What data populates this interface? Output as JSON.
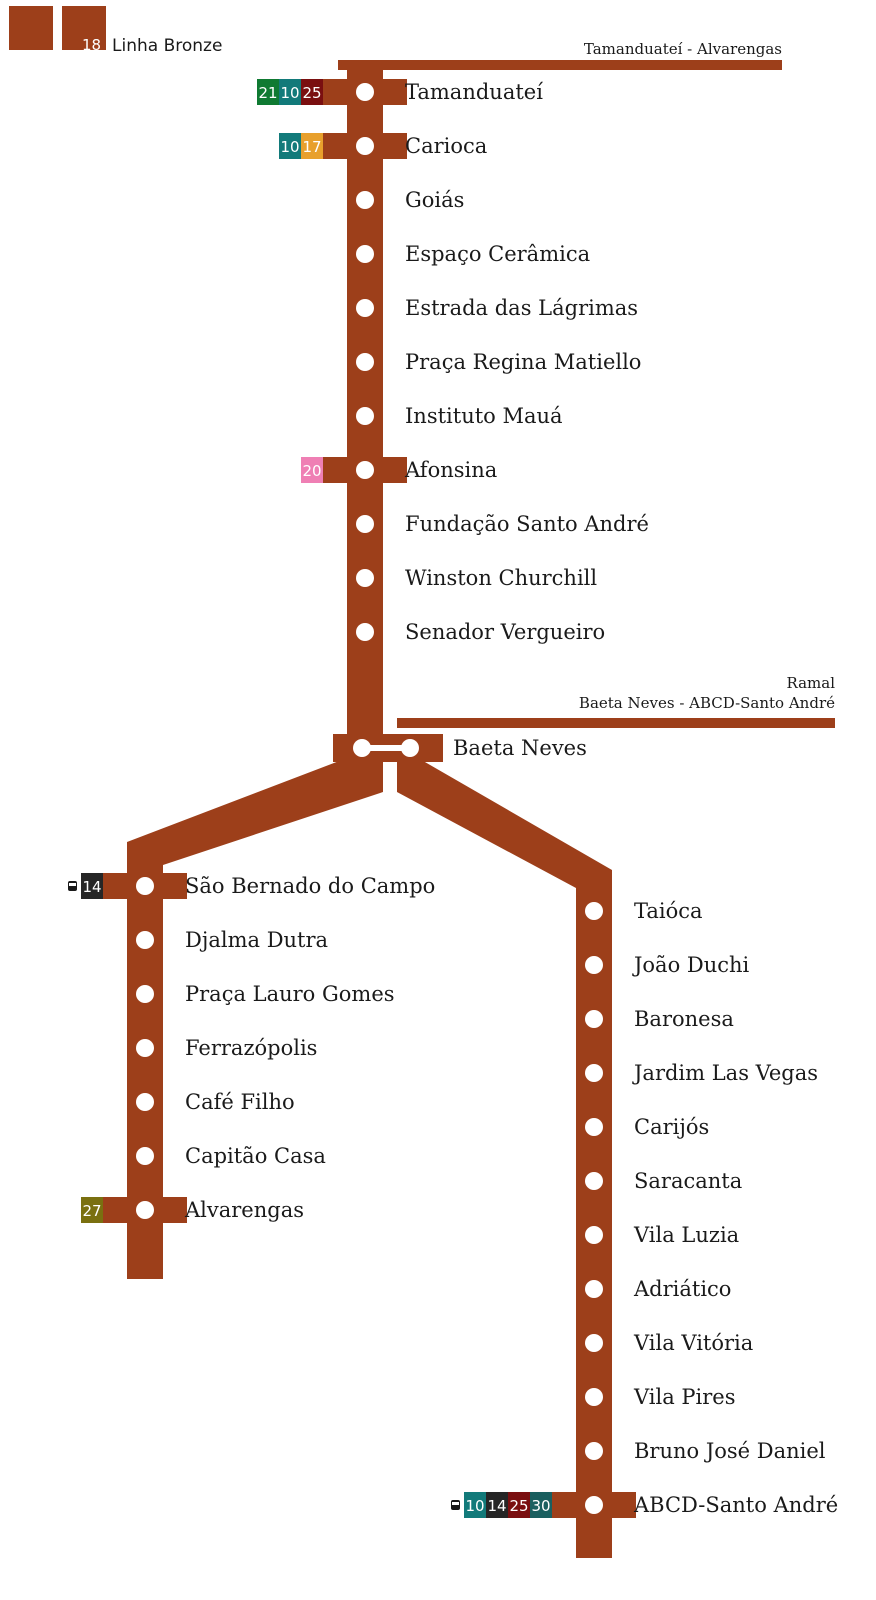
{
  "colors": {
    "line": "#9d3f1a",
    "dot": "#ffffff",
    "line_10": "#127a7a",
    "line_14": "#262626",
    "line_17": "#e8a02c",
    "line_20": "#ef7fb4",
    "line_21": "#0f7a32",
    "line_25": "#7a0f10",
    "line_27": "#7a7010",
    "line_30": "#1a5f5f"
  },
  "brand": {
    "number": "18",
    "name": "Linha Bronze"
  },
  "headers": {
    "top": "Tamanduateí - Alvarengas",
    "ramal_title": "Ramal",
    "ramal_route": "Baeta Neves - ABCD-Santo André"
  },
  "trunk": [
    {
      "name": "Tamanduateí",
      "badges": [
        "21",
        "10",
        "25"
      ]
    },
    {
      "name": "Carioca",
      "badges": [
        "10",
        "17"
      ]
    },
    {
      "name": "Goiás",
      "badges": []
    },
    {
      "name": "Espaço Cerâmica",
      "badges": []
    },
    {
      "name": "Estrada das Lágrimas",
      "badges": []
    },
    {
      "name": "Praça Regina Matiello",
      "badges": []
    },
    {
      "name": "Instituto Mauá",
      "badges": []
    },
    {
      "name": "Afonsina",
      "badges": [
        "20"
      ]
    },
    {
      "name": "Fundação Santo André",
      "badges": []
    },
    {
      "name": "Winston Churchill",
      "badges": []
    },
    {
      "name": "Senador Vergueiro",
      "badges": []
    }
  ],
  "junction": {
    "name": "Baeta Neves"
  },
  "left_branch": [
    {
      "name": "São Bernado do Campo",
      "badges": [
        "14"
      ],
      "bus": true
    },
    {
      "name": "Djalma Dutra",
      "badges": []
    },
    {
      "name": "Praça Lauro Gomes",
      "badges": []
    },
    {
      "name": "Ferrazópolis",
      "badges": []
    },
    {
      "name": "Café Filho",
      "badges": []
    },
    {
      "name": "Capitão Casa",
      "badges": []
    },
    {
      "name": "Alvarengas",
      "badges": [
        "27"
      ]
    }
  ],
  "right_branch": [
    {
      "name": "Taióca",
      "badges": []
    },
    {
      "name": "João Duchi",
      "badges": []
    },
    {
      "name": "Baronesa",
      "badges": []
    },
    {
      "name": "Jardim Las Vegas",
      "badges": []
    },
    {
      "name": "Carijós",
      "badges": []
    },
    {
      "name": "Saracanta",
      "badges": []
    },
    {
      "name": "Vila Luzia",
      "badges": []
    },
    {
      "name": "Adriático",
      "badges": []
    },
    {
      "name": "Vila Vitória",
      "badges": []
    },
    {
      "name": "Vila Pires",
      "badges": []
    },
    {
      "name": "Bruno José Daniel",
      "badges": []
    },
    {
      "name": "ABCD-Santo André",
      "badges": [
        "10",
        "14",
        "25",
        "30"
      ],
      "bus": true
    }
  ]
}
